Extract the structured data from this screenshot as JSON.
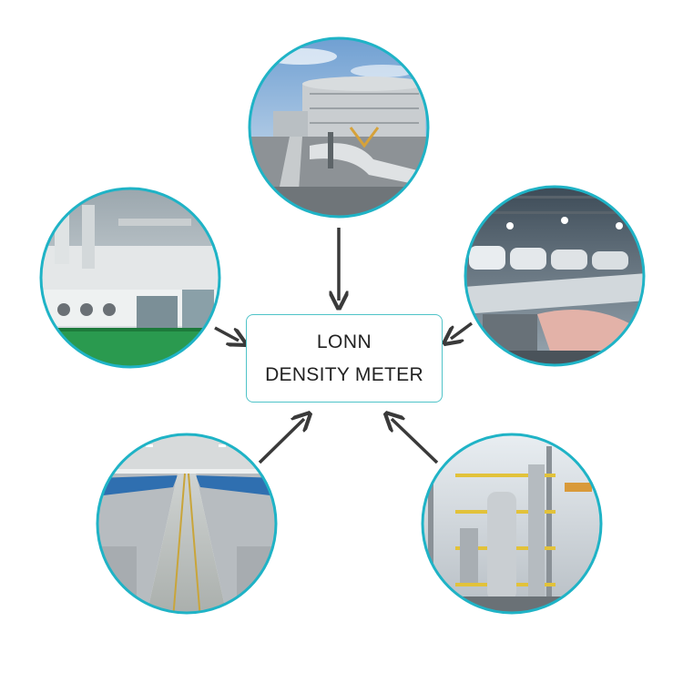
{
  "center": {
    "line1": "LONN",
    "line2": "DENSITY METER"
  },
  "colors": {
    "ring": "#1fb3c6",
    "box_border": "#4fc3c8",
    "arrow": "#3a3a3a"
  },
  "photos": [
    {
      "name": "oil-storage-tank-photo"
    },
    {
      "name": "dyeing-machinery-photo"
    },
    {
      "name": "paper-mill-photo"
    },
    {
      "name": "textile-spinning-photo"
    },
    {
      "name": "chemical-plant-photo"
    }
  ]
}
